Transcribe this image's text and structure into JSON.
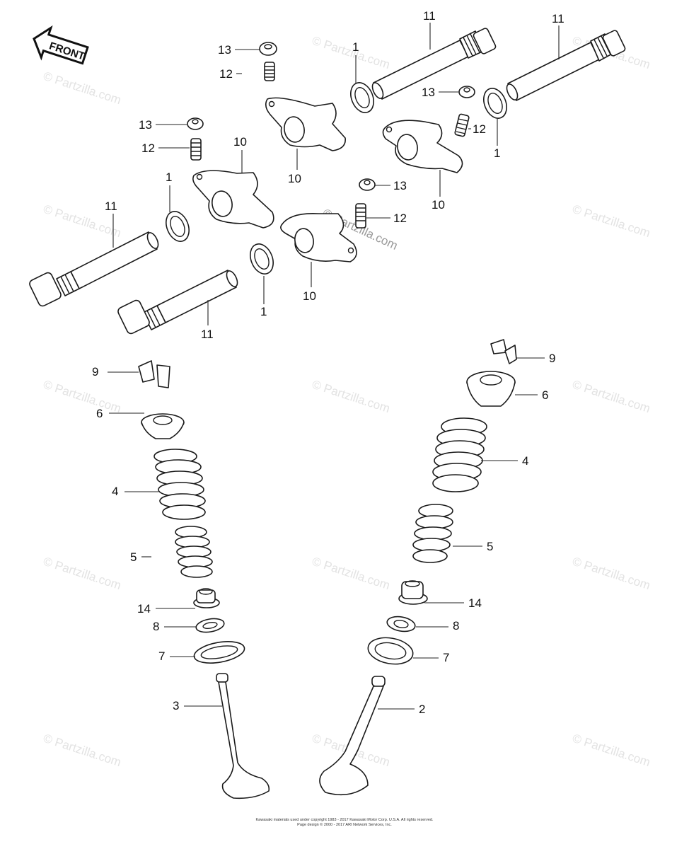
{
  "front_label": "FRONT",
  "watermark_text": "© Partzilla.com",
  "copyright_lines": [
    "Kawasaki materials used under copyright 1983 - 2017 Kawasaki Motor Corp. U.S.A. All rights reserved.",
    "Page design © 2000 - 2017 ARI Network Services, Inc."
  ],
  "callout_numbers": [
    "1",
    "2",
    "3",
    "4",
    "5",
    "6",
    "7",
    "8",
    "9",
    "10",
    "11",
    "12",
    "13",
    "14"
  ],
  "colors": {
    "ink": "#1a1a1a",
    "watermark": "#e3e3e3",
    "background": "#ffffff"
  }
}
